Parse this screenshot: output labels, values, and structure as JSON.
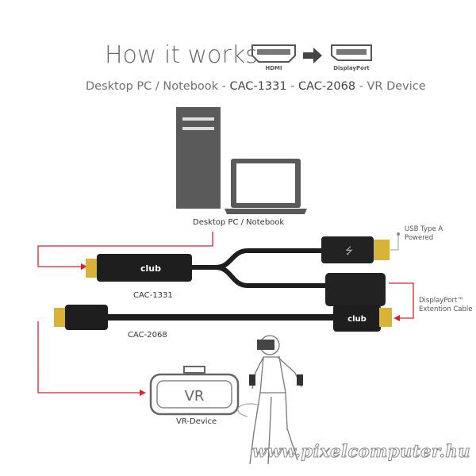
{
  "header": {
    "title": "How it works:",
    "hdmi_label": "HDMI",
    "displayport_label": "DisplayPort",
    "subtitle_parts": [
      "Desktop PC / Notebook - ",
      "CAC-1331",
      " - ",
      "CAC-2068",
      " - VR Device"
    ]
  },
  "labels": {
    "source": "Desktop PC / Notebook",
    "usb": [
      "USB Type A",
      "Powered"
    ],
    "dp_ext": [
      "DisplayPort™",
      "Extention Cable"
    ],
    "cable1": "CAC-1331",
    "cable2": "CAC-2068",
    "vr_device": "VR-Device",
    "vr_text": "VR",
    "brand": "club"
  },
  "watermark": "www.pixelcomputer.hu",
  "colors": {
    "accent": "#e0202a",
    "gold": "#d9b23a",
    "dark": "#1e1e1e"
  }
}
